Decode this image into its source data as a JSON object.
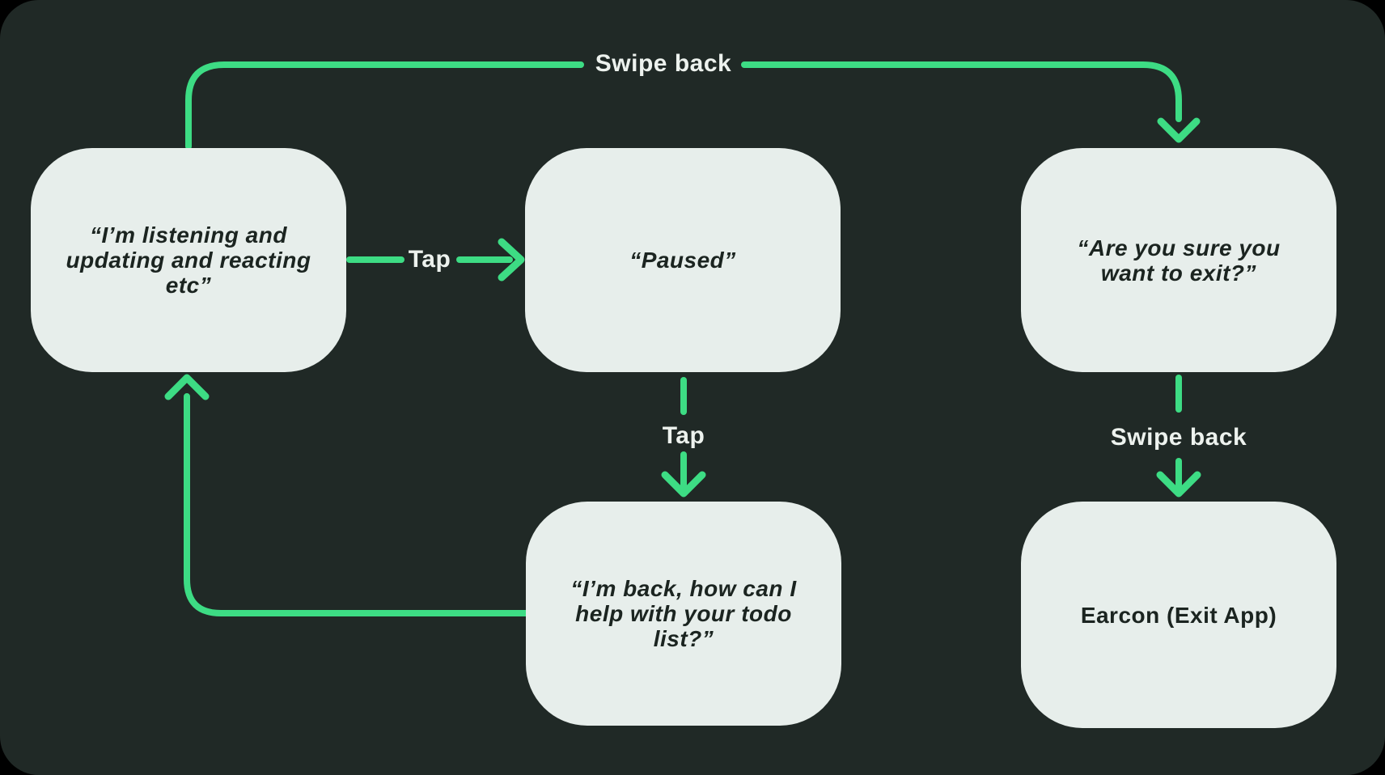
{
  "diagram": {
    "title": "voice-assistant-navigation-flow",
    "colors": {
      "background": "#202926",
      "node_fill": "#e7eeeb",
      "node_text": "#1b2420",
      "arrow_accent": "#3ddc84",
      "label_text": "#edf2ee"
    },
    "nodes": [
      {
        "id": "listening",
        "text": "“I’m listening and\nupdating and reacting\netc”"
      },
      {
        "id": "paused",
        "text": "“Paused”"
      },
      {
        "id": "confirm_exit",
        "text": "“Are you sure you\nwant to exit?”"
      },
      {
        "id": "back_help",
        "text": "“I’m back, how can I\nhelp with your todo\nlist?”"
      },
      {
        "id": "earcon_exit",
        "text": "Earcon (Exit App)"
      }
    ],
    "edges": [
      {
        "from": "listening",
        "to": "confirm_exit",
        "label": "Swipe back"
      },
      {
        "from": "listening",
        "to": "paused",
        "label": "Tap"
      },
      {
        "from": "paused",
        "to": "back_help",
        "label": "Tap"
      },
      {
        "from": "confirm_exit",
        "to": "earcon_exit",
        "label": "Swipe back"
      },
      {
        "from": "back_help",
        "to": "listening",
        "label": ""
      }
    ]
  }
}
